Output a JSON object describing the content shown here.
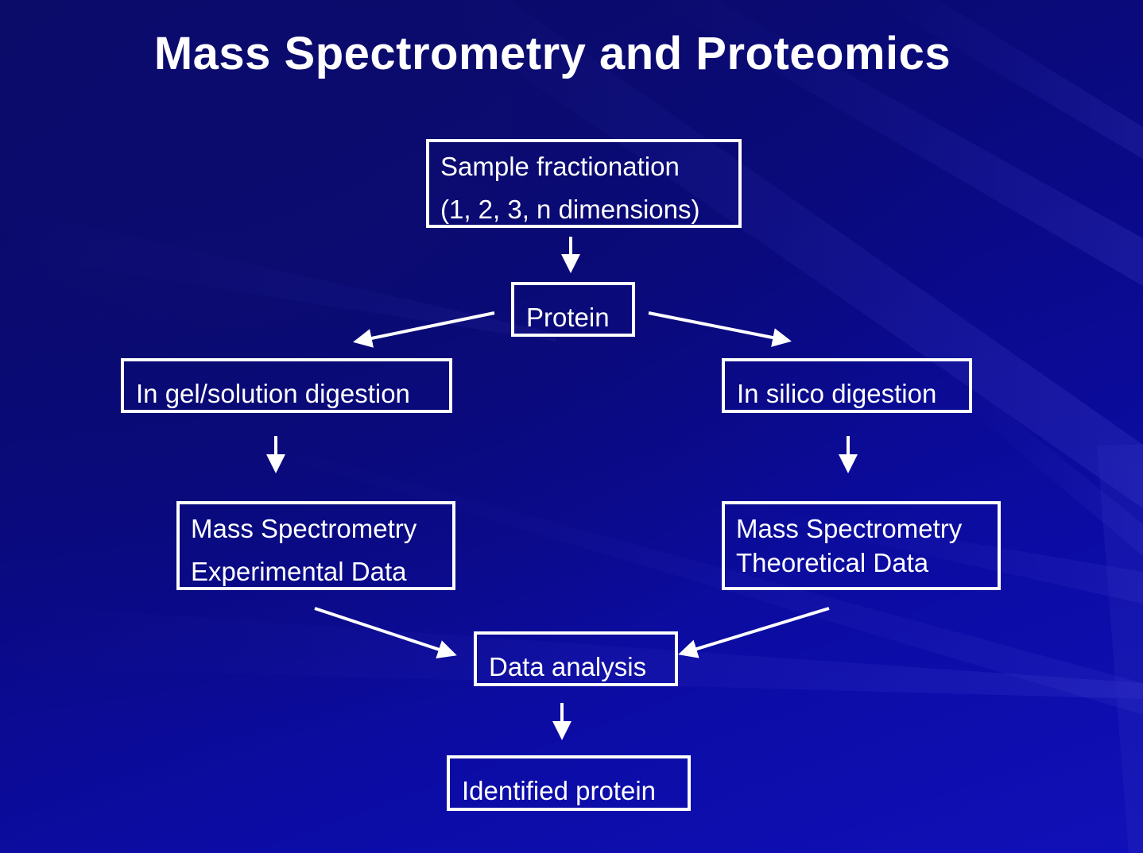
{
  "slide": {
    "title": "Mass Spectrometry and Proteomics"
  },
  "nodes": {
    "sample_fractionation": {
      "line1": "Sample fractionation",
      "line2": "(1, 2, 3, n dimensions)"
    },
    "protein": {
      "line1": "Protein"
    },
    "in_gel_digestion": {
      "line1": "In gel/solution digestion"
    },
    "in_silico_digestion": {
      "line1": "In silico digestion"
    },
    "ms_experimental": {
      "line1": "Mass Spectrometry",
      "line2": "Experimental Data"
    },
    "ms_theoretical": {
      "line1": "Mass Spectrometry",
      "line2": "Theoretical Data"
    },
    "data_analysis": {
      "line1": "Data analysis"
    },
    "identified_protein": {
      "line1": "Identified protein"
    }
  },
  "colors": {
    "background": "#0a0a86",
    "foreground": "#ffffff"
  }
}
